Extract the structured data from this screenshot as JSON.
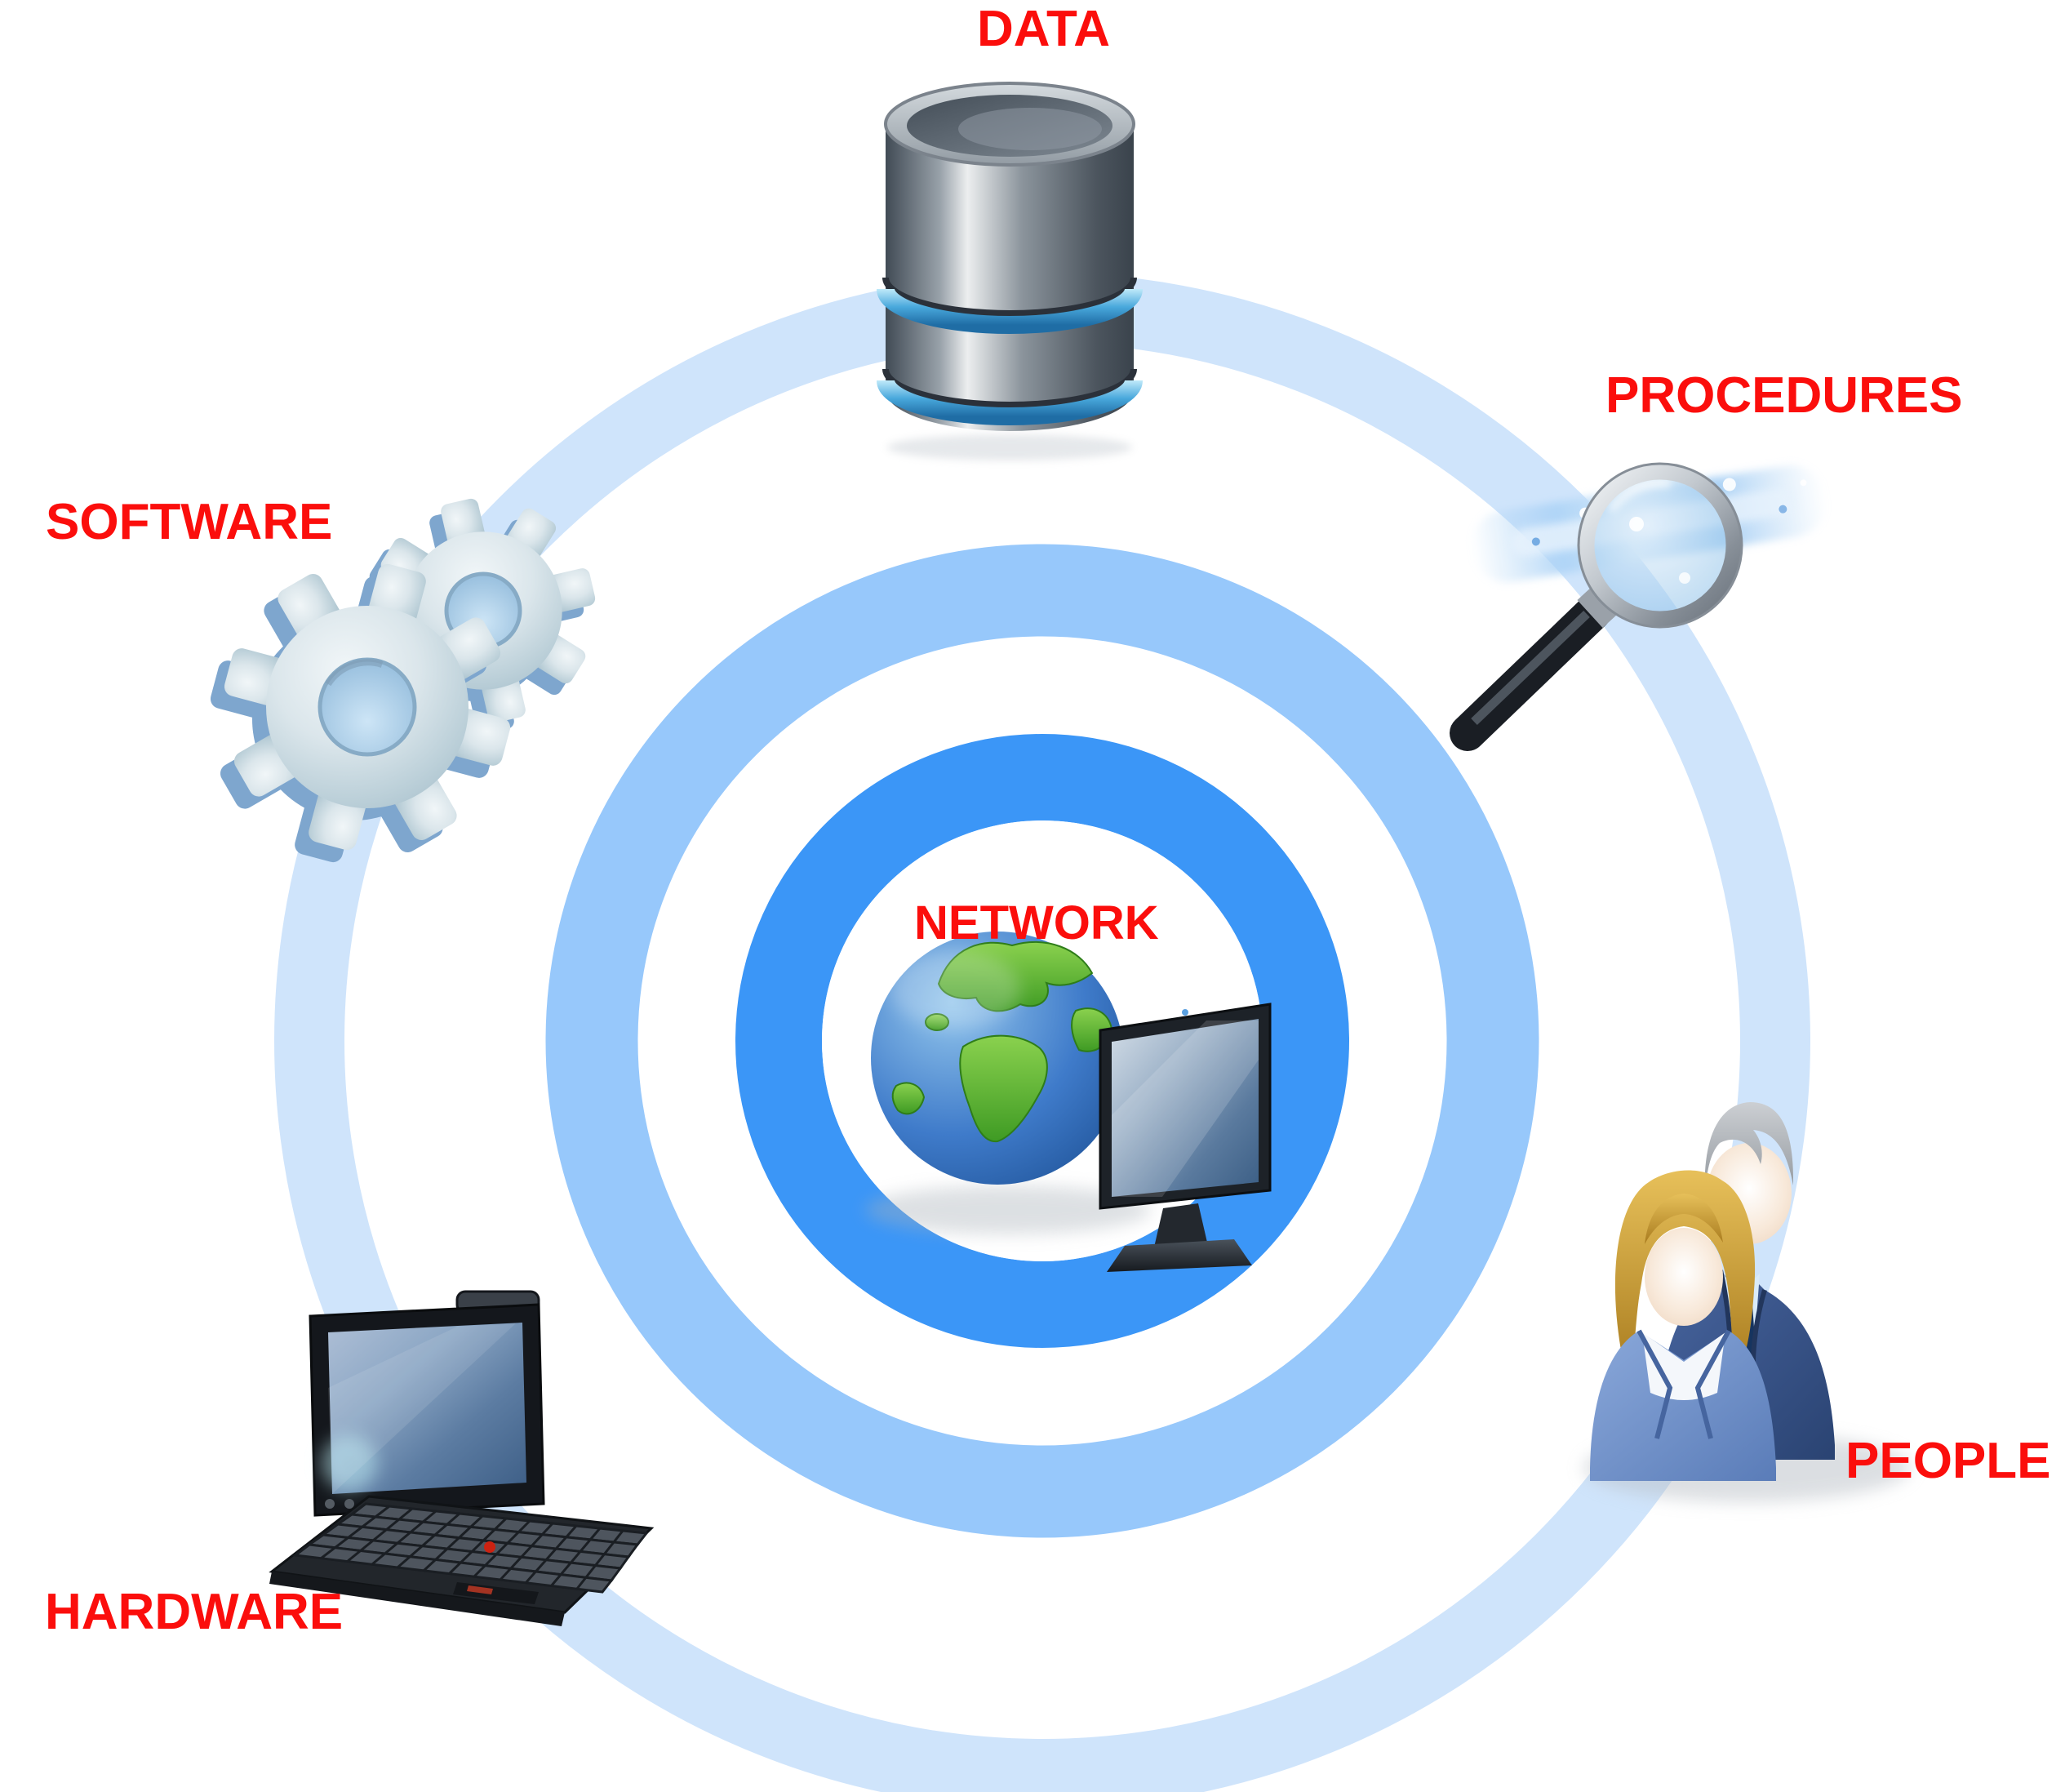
{
  "figure": {
    "type": "information-system-components-diagram",
    "center": {
      "label": "NETWORK",
      "icon": "globe-monitor-icon",
      "position": "center"
    },
    "nodes": [
      {
        "label": "DATA",
        "icon": "database-icon",
        "position": "top"
      },
      {
        "label": "PROCEDURES",
        "icon": "magnifying-glass-icon",
        "position": "upper-right"
      },
      {
        "label": "PEOPLE",
        "icon": "people-icon",
        "position": "lower-right"
      },
      {
        "label": "HARDWARE",
        "icon": "laptop-icon",
        "position": "lower-left"
      },
      {
        "label": "SOFTWARE",
        "icon": "gears-icon",
        "position": "upper-left"
      }
    ],
    "colors": {
      "label_red": "#fb0e0c",
      "ring_outer": "#cfe4fb",
      "ring_middle": "#97c8fb",
      "ring_inner": "#3b96f7",
      "background": "#ffffff"
    }
  }
}
